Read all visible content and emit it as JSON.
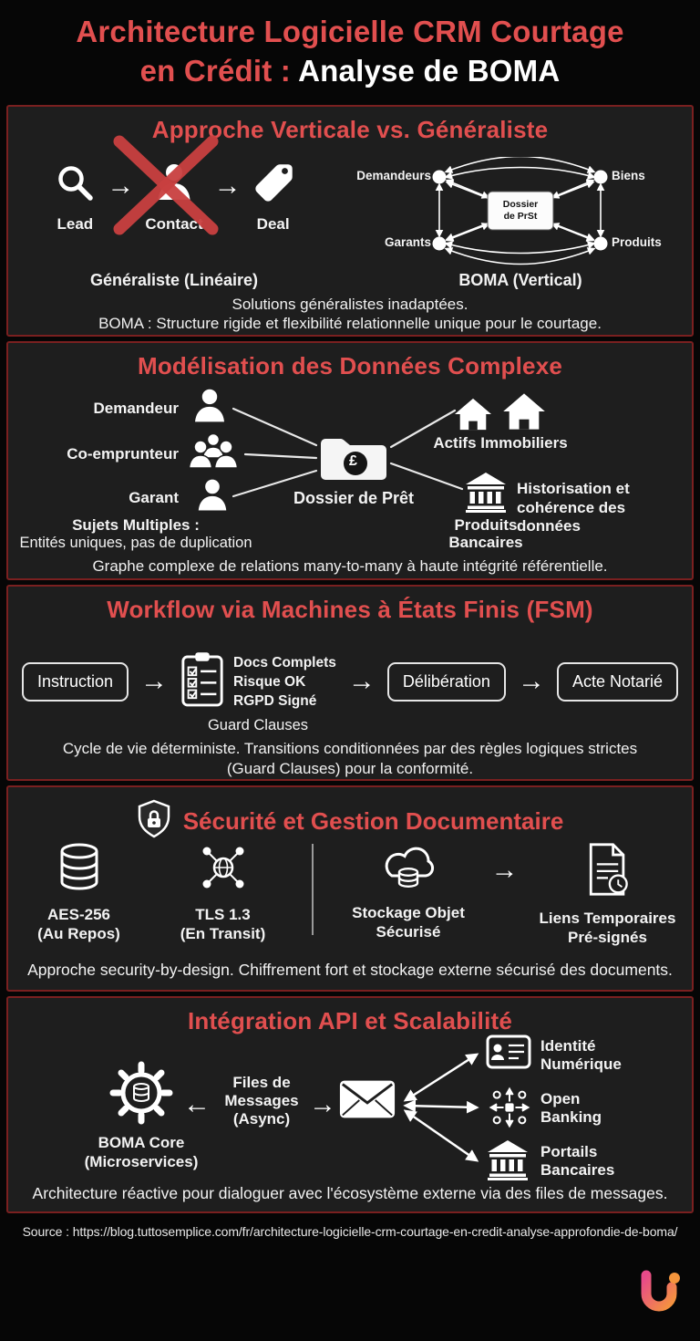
{
  "colors": {
    "accent": "#e14f4f",
    "panel_border": "#7a2020",
    "background": "#060606"
  },
  "icons": {
    "arrow_right": "→",
    "arrow_left": "←"
  },
  "header": {
    "line1": "Architecture Logicielle CRM Courtage",
    "line2_red": "en Crédit :",
    "line2_white": " Analyse de BOMA"
  },
  "s1": {
    "title": "Approche Verticale vs. Généraliste",
    "linear": {
      "lead": "Lead",
      "contact": "Contact",
      "deal": "Deal",
      "caption": "Généraliste (Linéaire)"
    },
    "network": {
      "node_tl": "Demandeurs",
      "node_tr": "Biens",
      "node_bl": "Garants",
      "node_br": "Produits",
      "center_line1": "Dossier",
      "center_line2": "de PrSt",
      "caption": "BOMA (Vertical)"
    },
    "caption1": "Solutions généralistes inadaptées.",
    "caption2": "BOMA : Structure rigide et flexibilité relationnelle unique pour le courtage."
  },
  "s2": {
    "title": "Modélisation des Données Complexe",
    "demandeur": "Demandeur",
    "coemprunteur": "Co-emprunteur",
    "garant": "Garant",
    "note1": "Sujets Multiples :",
    "note2": "Entités uniques, pas de duplication",
    "folder_symbol": "£",
    "center_label": "Dossier de Prêt",
    "immobiliers": "Actifs Immobiliers",
    "produits1": "Produits",
    "produits2": "Bancaires",
    "historisation1": "Historisation et",
    "historisation2": "cohérence des données",
    "caption": "Graphe complexe de relations many-to-many à haute intégrité référentielle."
  },
  "s3": {
    "title": "Workflow via Machines à États Finis (FSM)",
    "step1": "Instruction",
    "step2": "Délibération",
    "step3": "Acte Notarié",
    "guards": [
      "Docs Complets",
      "Risque OK",
      "RGPD Signé"
    ],
    "guard_label": "Guard Clauses",
    "caption1": "Cycle de vie déterministe. Transitions conditionnées par des règles logiques strictes",
    "caption2": "(Guard Clauses) pour la conformité."
  },
  "s4": {
    "title": "Sécurité et Gestion Documentaire",
    "items": [
      {
        "l1": "AES-256",
        "l2": "(Au Repos)"
      },
      {
        "l1": "TLS 1.3",
        "l2": "(En Transit)"
      },
      {
        "l1": "Stockage Objet",
        "l2": "Sécurisé"
      },
      {
        "l1": "Liens Temporaires",
        "l2": "Pré-signés"
      }
    ],
    "caption": "Approche security-by-design. Chiffrement fort et stockage externe sécurisé des documents."
  },
  "s5": {
    "title": "Intégration API et Scalabilité",
    "core1": "BOMA Core",
    "core2": "(Microservices)",
    "queue1": "Files de",
    "queue2": "Messages",
    "queue3": "(Async)",
    "right": [
      {
        "l1": "Identité",
        "l2": "Numérique"
      },
      {
        "l1": "Open",
        "l2": "Banking"
      },
      {
        "l1": "Portails",
        "l2": "Bancaires"
      }
    ],
    "caption": "Architecture réactive pour dialoguer avec l'écosystème externe via des files de messages."
  },
  "footer": {
    "source": "Source : https://blog.tuttosemplice.com/fr/architecture-logicielle-crm-courtage-en-credit-analyse-approfondie-de-boma/"
  }
}
